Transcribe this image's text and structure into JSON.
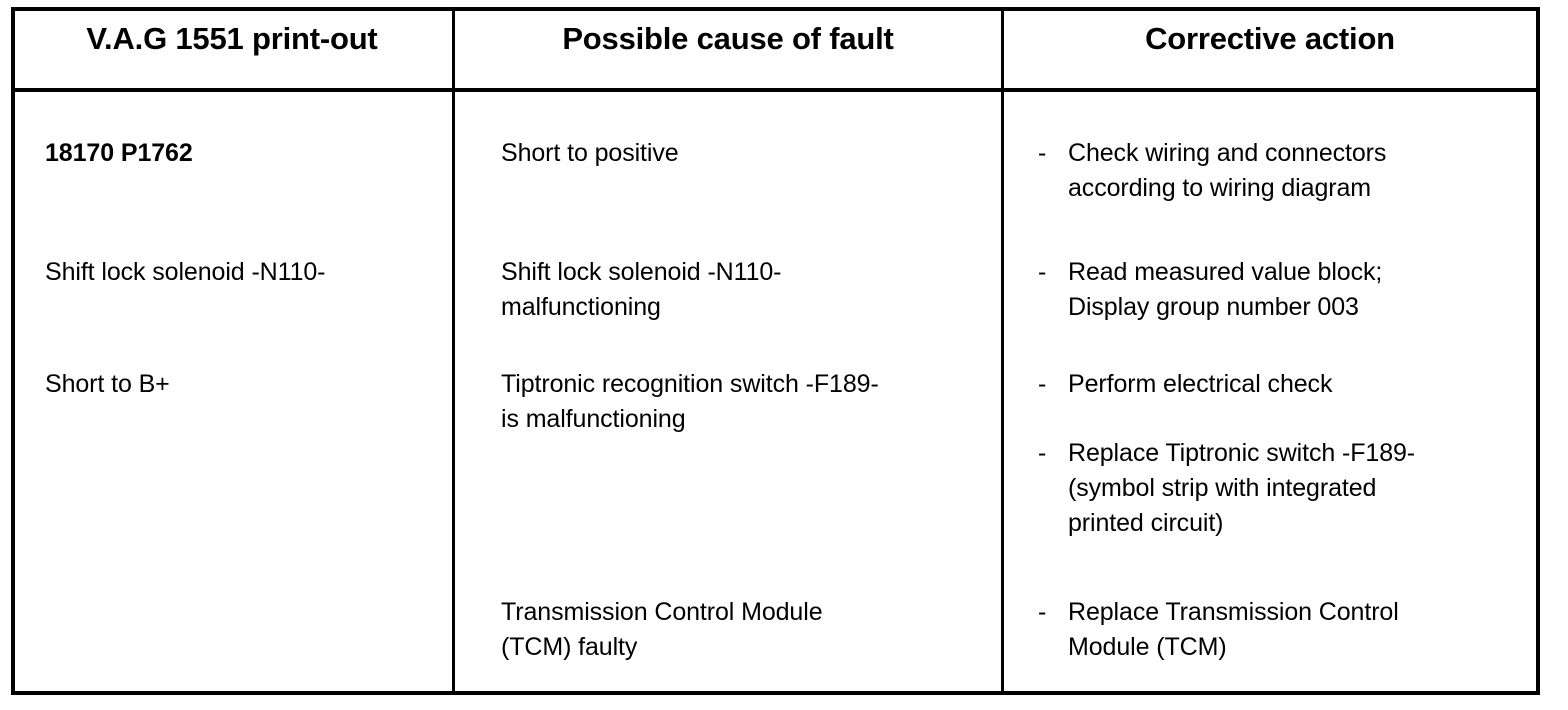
{
  "table": {
    "columns": [
      {
        "header": "V.A.G 1551 print-out"
      },
      {
        "header": "Possible cause of fault"
      },
      {
        "header": "Corrective action"
      }
    ],
    "printout_entries": [
      {
        "text": "18170 P1762",
        "bold": true
      },
      {
        "text": "Shift lock solenoid -N110-",
        "bold": false
      },
      {
        "text": "Short to B+",
        "bold": false
      }
    ],
    "cause_entries": [
      {
        "text": "Short to positive"
      },
      {
        "text": "Shift lock solenoid -N110-\nmalfunctioning"
      },
      {
        "text": "Tiptronic recognition switch -F189-\nis malfunctioning"
      },
      {
        "text": "Transmission Control Module\n(TCM) faulty"
      }
    ],
    "action_marker": "-",
    "action_entries": [
      {
        "text": "Check wiring and connectors\naccording to wiring diagram"
      },
      {
        "text": "Read measured value block;\nDisplay group number 003"
      },
      {
        "text": "Perform electrical check"
      },
      {
        "text": "Replace Tiptronic switch -F189-\n(symbol strip with integrated\nprinted circuit)"
      },
      {
        "text": "Replace Transmission Control\nModule (TCM)"
      }
    ]
  },
  "colors": {
    "border": "#000000",
    "text": "#000000",
    "background": "#ffffff"
  }
}
